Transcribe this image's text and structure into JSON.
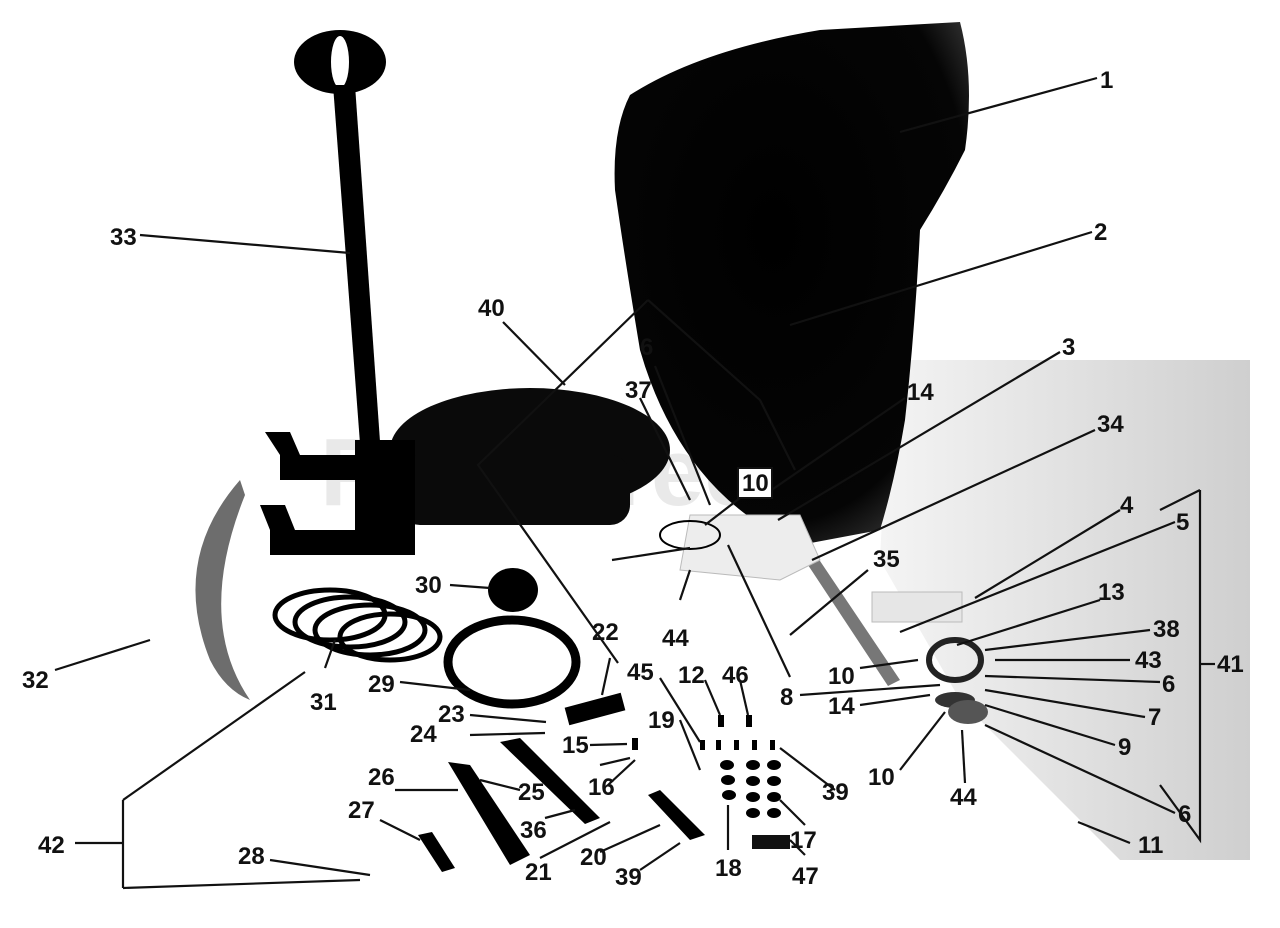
{
  "watermark": "PartsTree",
  "colors": {
    "ink": "#111111",
    "paper": "#ffffff",
    "grey": "#9a9a9a",
    "watermark": "#d8d8d8"
  },
  "callouts": {
    "c1": "1",
    "c2": "2",
    "c3": "3",
    "c4": "4",
    "c5": "5",
    "c6a": "6",
    "c6b": "6",
    "c6c": "6",
    "c7": "7",
    "c8": "8",
    "c9": "9",
    "c10a": "10",
    "c10b": "10",
    "c10c": "10",
    "c11": "11",
    "c12": "12",
    "c13": "13",
    "c14a": "14",
    "c14b": "14",
    "c15": "15",
    "c16": "16",
    "c17": "17",
    "c18": "18",
    "c19": "19",
    "c20": "20",
    "c21": "21",
    "c22": "22",
    "c23": "23",
    "c24": "24",
    "c25": "25",
    "c26": "26",
    "c27": "27",
    "c28": "28",
    "c29": "29",
    "c30": "30",
    "c31": "31",
    "c32": "32",
    "c33": "33",
    "c34": "34",
    "c35": "35",
    "c36": "36",
    "c37": "37",
    "c38": "38",
    "c39a": "39",
    "c39b": "39",
    "c40": "40",
    "c41": "41",
    "c42": "42",
    "c43": "43",
    "c44a": "44",
    "c44b": "44",
    "c45": "45",
    "c46": "46",
    "c47": "47"
  }
}
